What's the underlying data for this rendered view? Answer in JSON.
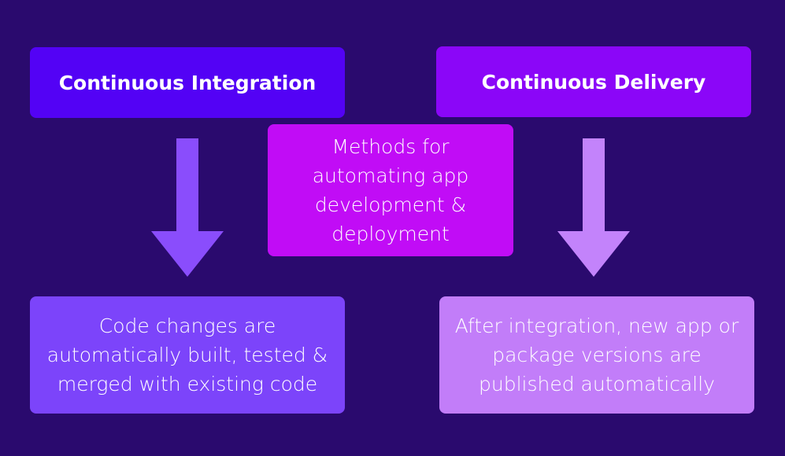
{
  "ci": {
    "title": "Continuous Integration",
    "description": "Code changes are automatically built, tested & merged with existing code",
    "header_color": "#5302f5",
    "body_color": "#7c44fa",
    "arrow_color": "#8a4dfc"
  },
  "cd": {
    "title": "Continuous Delivery",
    "description": "After integration, new app or package versions are published automatically",
    "header_color": "#8b06f8",
    "body_color": "#c27df9",
    "arrow_color": "#c383fb"
  },
  "center": {
    "text": "Methods for automating app development & deployment",
    "color": "#c10cf6"
  },
  "background_color": "#2a0a6e"
}
